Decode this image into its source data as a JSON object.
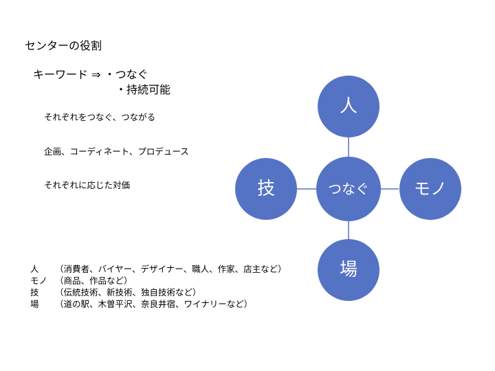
{
  "slide": {
    "title": "センターの役割",
    "keywords": {
      "lead": "キーワード ⇒ ・つなぐ",
      "second": "・持続可能"
    },
    "descriptions": [
      "それぞれをつなぐ、つながる",
      "企画、コーディネート、プロデュース",
      "それぞれに応じた対価"
    ]
  },
  "diagram": {
    "center": "つなぐ",
    "top": "人",
    "right": "モノ",
    "bottom": "場",
    "left": "技",
    "colors": {
      "node_fill": "#5573c4",
      "connector": "#5573c4"
    }
  },
  "legend": [
    {
      "key": "人",
      "value": "（消費者、バイヤー、デザイナー、職人、作家、店主など）"
    },
    {
      "key": "モノ",
      "value": "（商品、作品など）"
    },
    {
      "key": "技",
      "value": "（伝統技術、新技術、独自技術など）"
    },
    {
      "key": "場",
      "value": "（道の駅、木曽平沢、奈良井宿、ワイナリーなど）"
    }
  ]
}
